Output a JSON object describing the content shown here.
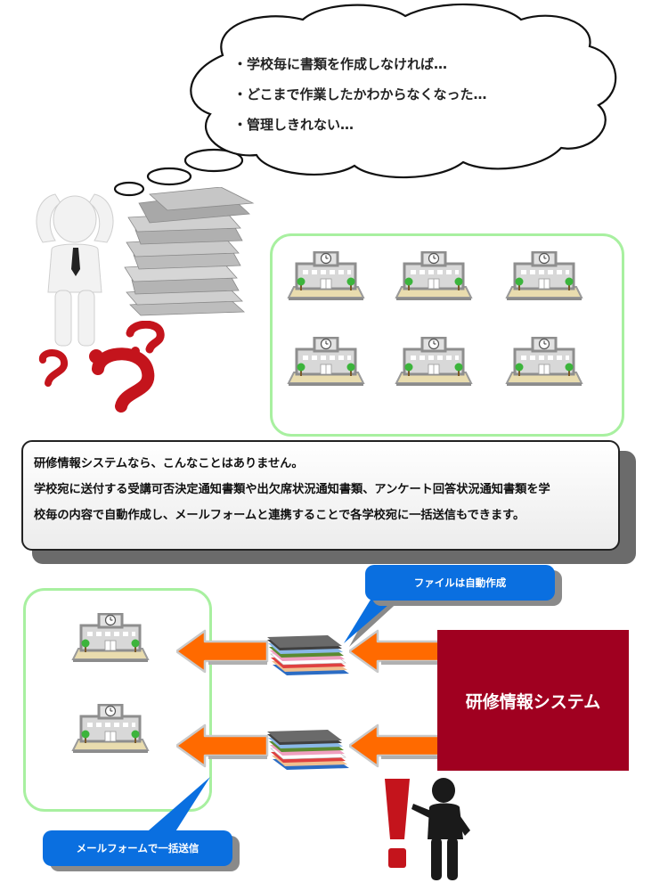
{
  "thought_bubble": {
    "lines": [
      "・学校毎に書類を作成しなければ…",
      "・どこまで作業したかわからなくなった…",
      "・管理しきれない…"
    ]
  },
  "info_box": {
    "lines": [
      "研修情報システムなら、こんなことはありません。",
      "学校宛に送付する受講可否決定通知書類や出欠席状況通知書類、アンケート回答状況通知書類を学",
      "校毎の内容で自動作成し、メールフォームと連携することで各学校宛に一括送信もできます。"
    ]
  },
  "system_box": {
    "label": "研修情報システム"
  },
  "callouts": {
    "auto_create": "ファイルは自動作成",
    "bulk_send": "メールフォームで一括送信"
  },
  "colors": {
    "system": "#a00020",
    "bubble": "#0a6fe0",
    "arrow": "#ff6a00",
    "question": "#c4141c",
    "group_border": "#a8f0a0"
  }
}
